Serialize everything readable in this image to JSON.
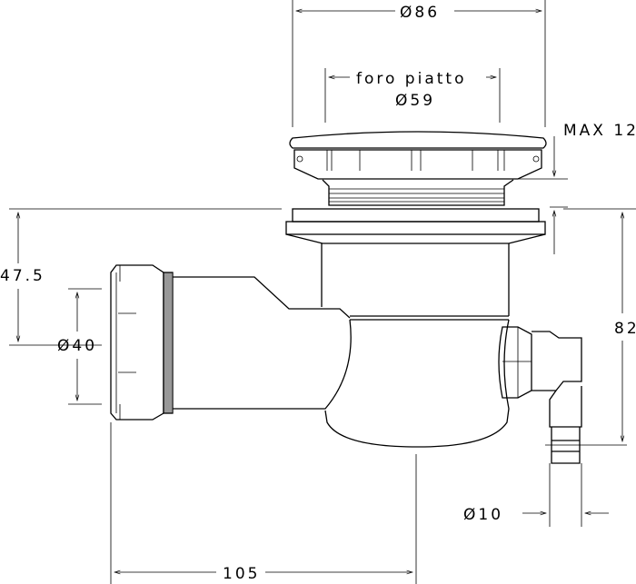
{
  "title": "Shower drain trap technical drawing",
  "dimensions": {
    "top_diameter": "Ø86",
    "tray_hole_label": "foro piatto",
    "tray_hole_diameter": "Ø59",
    "max_thickness": "MAX 12",
    "outlet_height": "47.5",
    "outlet_diameter": "Ø40",
    "total_height": "82",
    "spigot_diameter": "Ø10",
    "outlet_length": "105"
  },
  "colors": {
    "line": "#000000",
    "background": "#ffffff"
  }
}
